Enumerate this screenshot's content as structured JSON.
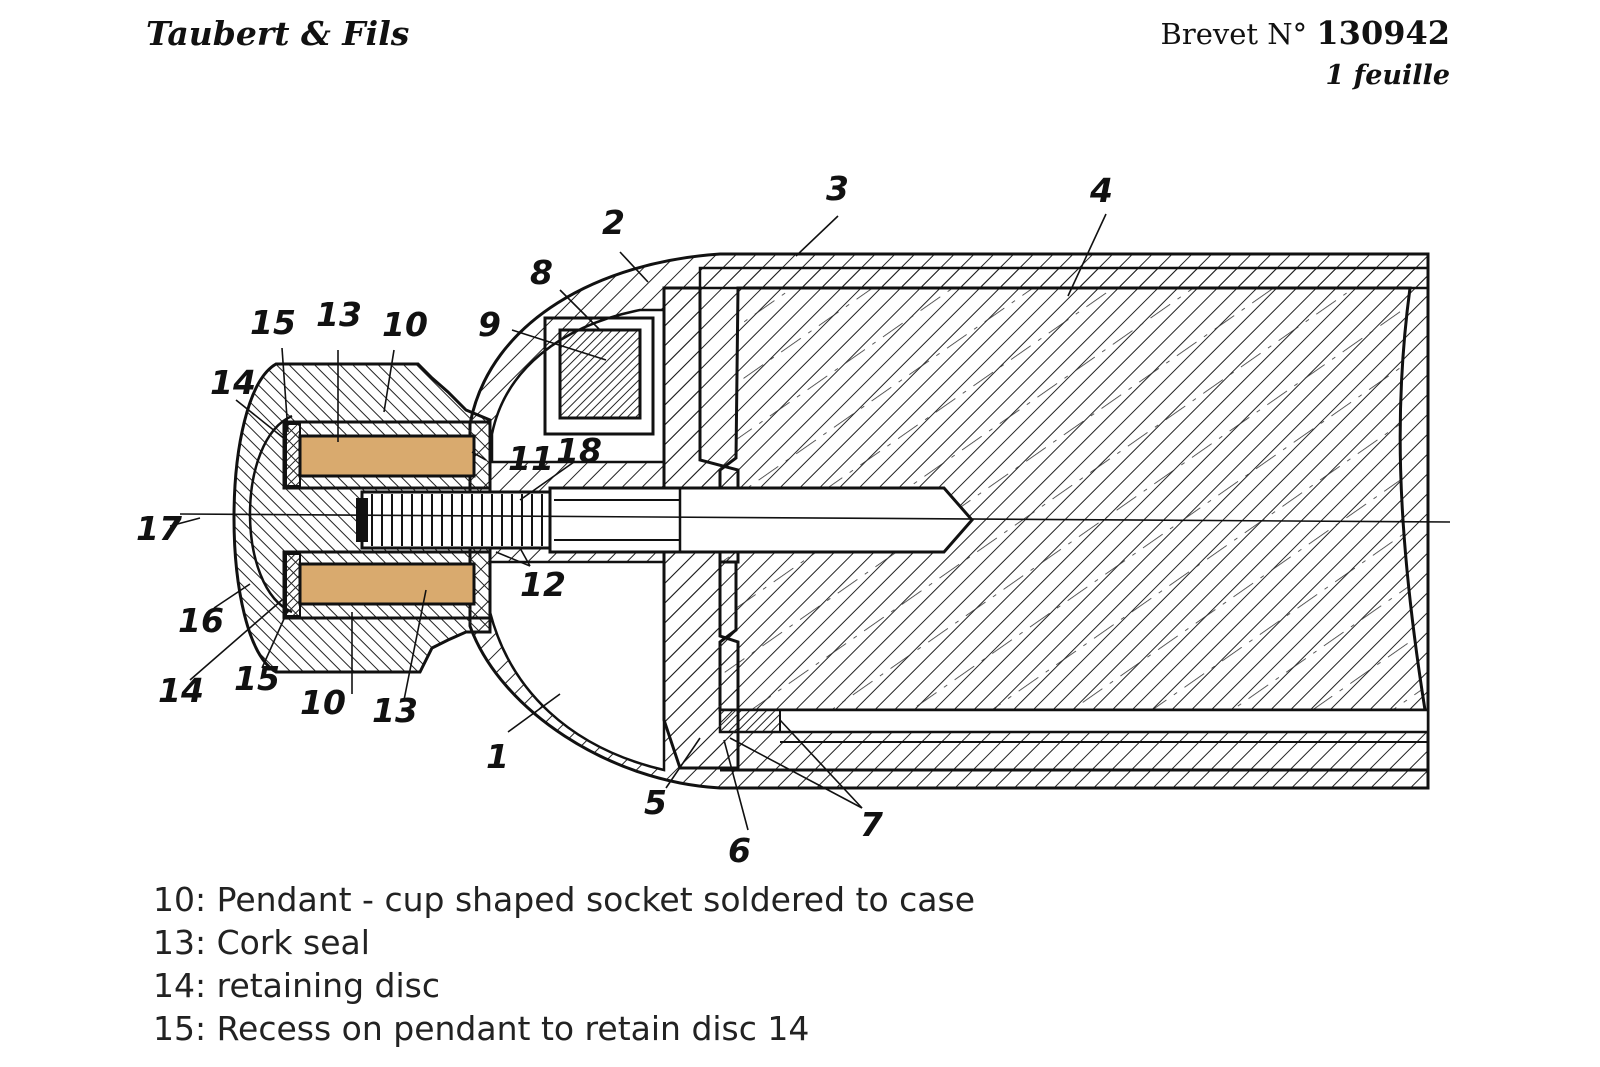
{
  "header": {
    "maker": "Taubert & Fils",
    "brevet_prefix": "Brevet N°",
    "brevet_number": "130942",
    "sheets": "1 feuille"
  },
  "callouts": [
    "1",
    "2",
    "3",
    "4",
    "5",
    "6",
    "7",
    "8",
    "9",
    "10",
    "10",
    "11",
    "12",
    "13",
    "13",
    "14",
    "14",
    "15",
    "15",
    "16",
    "17",
    "18"
  ],
  "legend": [
    "10: Pendant - cup shaped socket soldered to case",
    "13: Cork seal",
    "14: retaining disc",
    "15: Recess on pendant to retain disc 14"
  ],
  "colors": {
    "cork": "#d9aa6e",
    "ink": "#111111"
  }
}
